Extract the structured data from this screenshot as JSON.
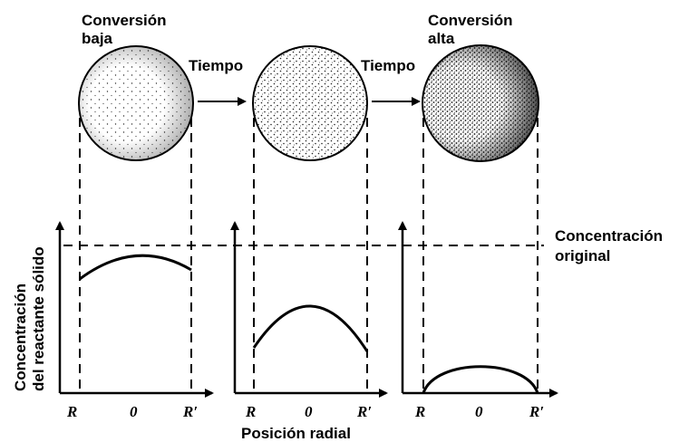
{
  "labels": {
    "low_conversion": [
      "Conversión",
      "baja"
    ],
    "high_conversion": [
      "Conversión",
      "alta"
    ],
    "time_1": "Tiempo",
    "time_2": "Tiempo",
    "original_concentration": [
      "Concentración",
      "original"
    ],
    "y_axis": [
      "Concentración",
      "del reactante sólido"
    ],
    "x_axis": "Posición radial"
  },
  "panels": [
    {
      "tick_left": "R",
      "tick_center": "0",
      "tick_right": "R′"
    },
    {
      "tick_left": "R",
      "tick_center": "0",
      "tick_right": "R′"
    },
    {
      "tick_left": "R",
      "tick_center": "0",
      "tick_right": "R′"
    }
  ]
}
